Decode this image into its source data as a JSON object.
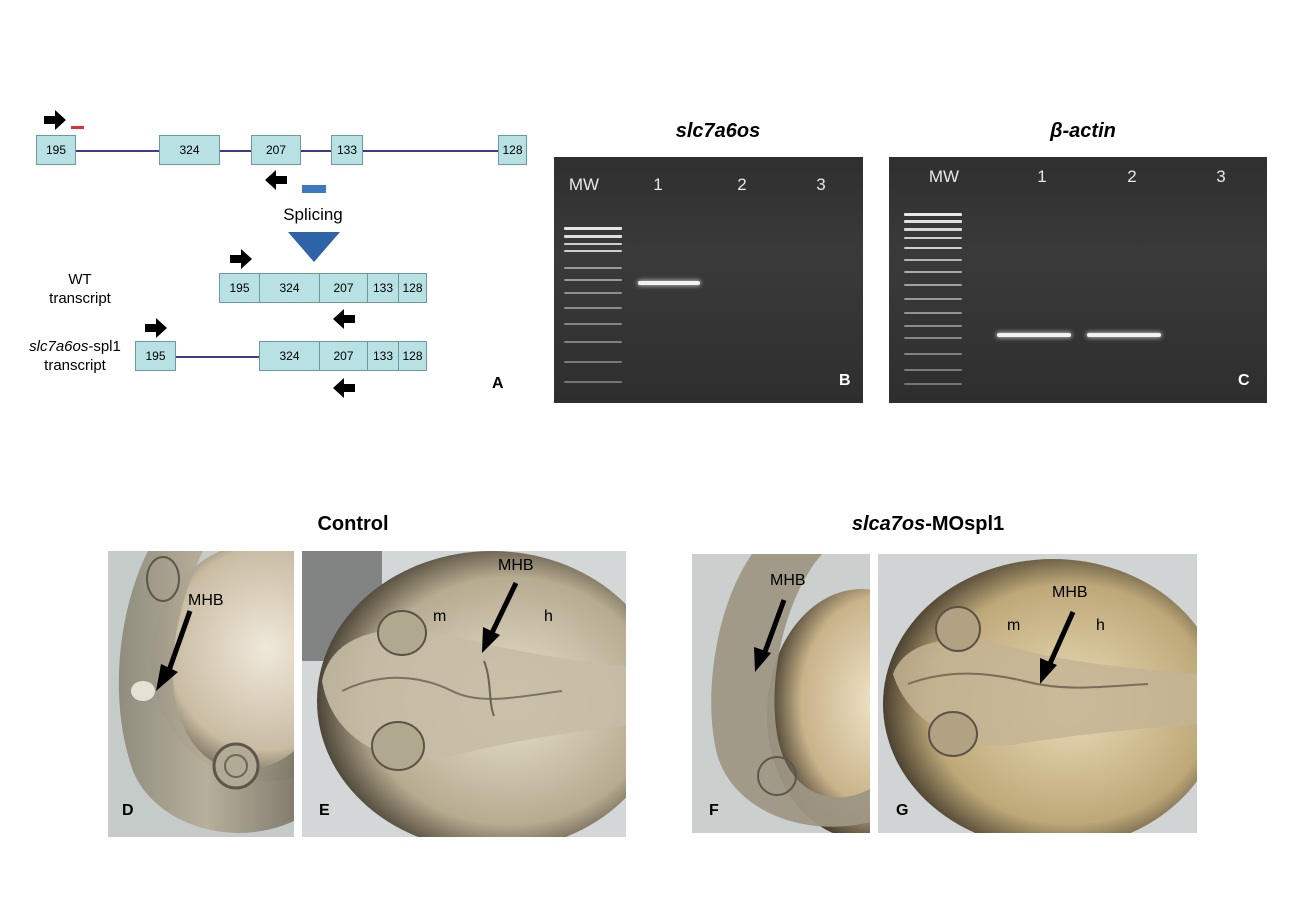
{
  "panel_a": {
    "genomic_exons": [
      "195",
      "324",
      "207",
      "133",
      "128"
    ],
    "splicing_label": "Splicing",
    "wt_label_line1": "WT",
    "wt_label_line2": "transcript",
    "wt_exons": [
      "195",
      "324",
      "207",
      "133",
      "128"
    ],
    "spl_label_italic": "slc7a6os",
    "spl_label_suffix": "-spl1",
    "spl_label_line2": "transcript",
    "spl_exons": [
      "195",
      "324",
      "207",
      "133",
      "128"
    ],
    "letter": "A",
    "colors": {
      "exon": "#b7e1e3",
      "intron": "#3b3b8f",
      "morpholino": "#3a78c2",
      "primer_marker": "#e03030"
    }
  },
  "gel_b": {
    "title": "slc7a6os",
    "lanes": [
      "MW",
      "1",
      "2",
      "3"
    ],
    "letter": "B"
  },
  "gel_c": {
    "title": "β-actin",
    "lanes": [
      "MW",
      "1",
      "2",
      "3"
    ],
    "letter": "C"
  },
  "control": {
    "title": "Control",
    "photo_d": {
      "letter": "D",
      "mhb": "MHB"
    },
    "photo_e": {
      "letter": "E",
      "mhb": "MHB",
      "m": "m",
      "h": "h"
    }
  },
  "morphant": {
    "title_italic": "slca7os",
    "title_suffix": "-MOspl1",
    "photo_f": {
      "letter": "F",
      "mhb": "MHB"
    },
    "photo_g": {
      "letter": "G",
      "mhb": "MHB",
      "m": "m",
      "h": "h"
    }
  }
}
